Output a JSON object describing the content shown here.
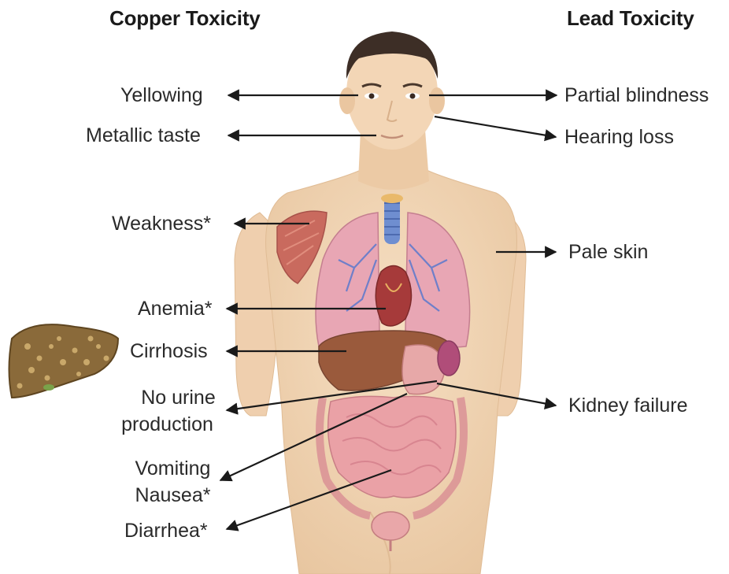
{
  "headers": {
    "copper": "Copper Toxicity",
    "lead": "Lead Toxicity"
  },
  "copper_symptoms": {
    "yellowing": "Yellowing",
    "metallic_taste": "Metallic taste",
    "weakness": "Weakness*",
    "anemia": "Anemia*",
    "cirrhosis": "Cirrhosis",
    "no_urine_line1": "No urine",
    "no_urine_line2": "production",
    "vomiting": "Vomiting",
    "nausea": "Nausea*",
    "diarrhea": "Diarrhea*"
  },
  "lead_symptoms": {
    "partial_blindness": "Partial blindness",
    "hearing_loss": "Hearing loss",
    "pale_skin": "Pale skin",
    "kidney_failure": "Kidney failure"
  },
  "colors": {
    "skin": "#f2d7b8",
    "skin_shadow": "#e5c39d",
    "hair": "#3d2e26",
    "lung": "#e8a6b4",
    "lung_vessel": "#6f7fc9",
    "muscle": "#c96a5e",
    "liver": "#9a5a3c",
    "cirrhotic_liver": "#8a6a3a",
    "intestine": "#e58e96",
    "kidney": "#b04d79",
    "arrow": "#1a1a1a"
  }
}
